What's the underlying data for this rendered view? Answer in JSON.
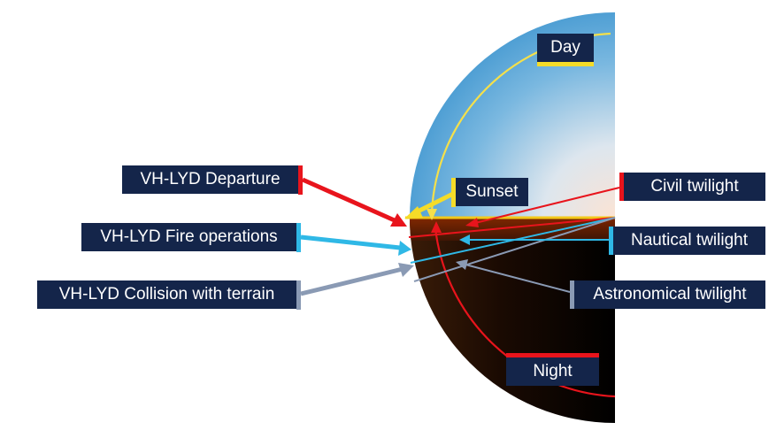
{
  "labels": {
    "day": "Day",
    "sunset": "Sunset",
    "night": "Night",
    "civil_twilight": "Civil twilight",
    "nautical_twilight": "Nautical twilight",
    "astronomical_twilight": "Astronomical twilight",
    "departure": "VH-LYD Departure",
    "fire_operations": "VH-LYD Fire operations",
    "collision": "VH-LYD Collision with terrain"
  },
  "colors": {
    "label_bg": "#14254a",
    "day_sky": "#5aa9d8",
    "day_warm": "#fbe3d4",
    "sunset_line": "#f2c81a",
    "day_arc": "#f5e04a",
    "sunset_arrow": "#f5dc28",
    "civil": "#e8141c",
    "nautical": "#2fb8e6",
    "astronomical": "#8a9ab4",
    "departure": "#e8141c",
    "fire_operations": "#2fb8e6",
    "collision": "#8a9ab4",
    "night_arc": "#e8141c",
    "night_dark": "#000000",
    "night_brown": "#3a1a05"
  }
}
